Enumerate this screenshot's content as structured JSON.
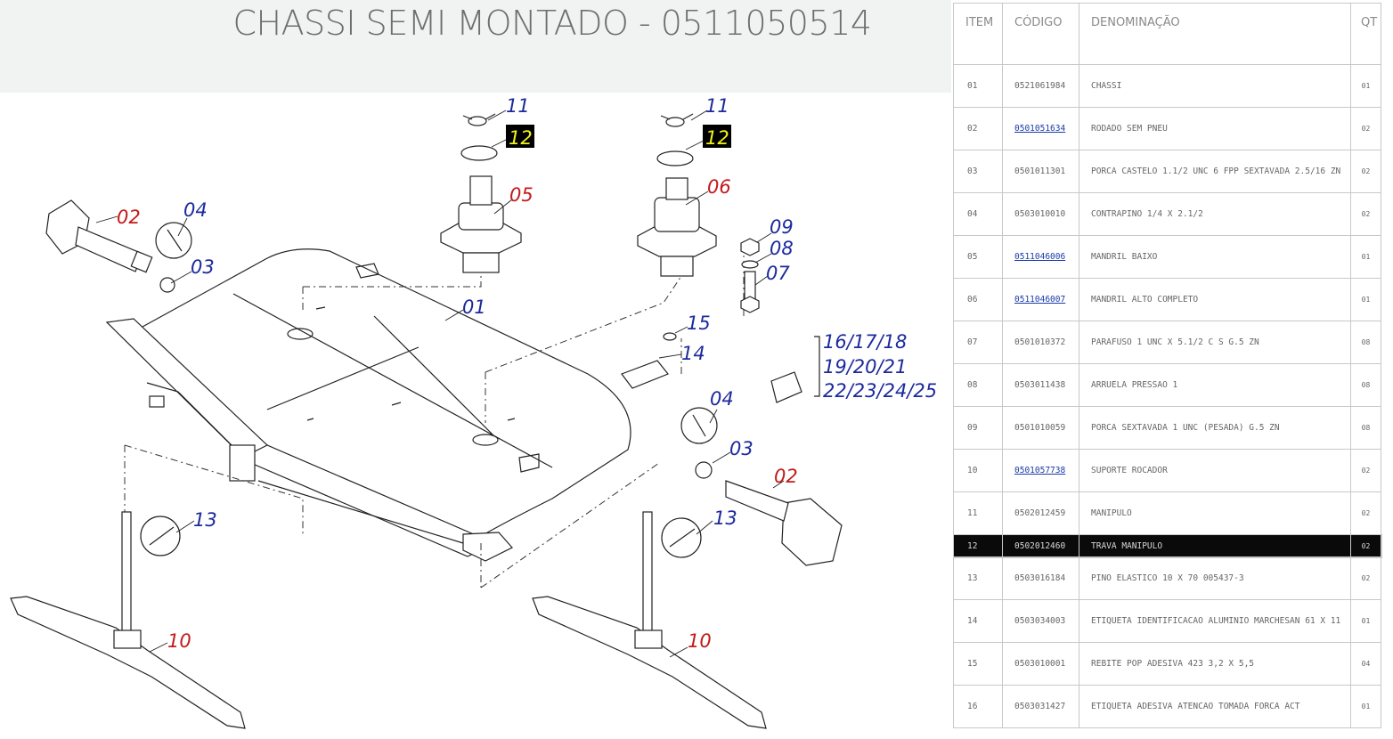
{
  "title": "CHASSI SEMI MONTADO - 0511050514",
  "table": {
    "headers": {
      "item": "ITEM",
      "codigo": "CÓDIGO",
      "denominacao": "DENOMINAÇÃO",
      "qt": "QT"
    },
    "rows": [
      {
        "item": "01",
        "codigo": "0521061984",
        "link": false,
        "denominacao": "CHASSI",
        "qt": "01"
      },
      {
        "item": "02",
        "codigo": "0501051634",
        "link": true,
        "denominacao": "RODADO SEM PNEU",
        "qt": "02"
      },
      {
        "item": "03",
        "codigo": "0501011301",
        "link": false,
        "denominacao": "PORCA CASTELO 1.1/2 UNC 6 FPP SEXTAVADA 2.5/16 ZN",
        "qt": "02"
      },
      {
        "item": "04",
        "codigo": "0503010010",
        "link": false,
        "denominacao": "CONTRAPINO 1/4 X 2.1/2",
        "qt": "02"
      },
      {
        "item": "05",
        "codigo": "0511046006",
        "link": true,
        "denominacao": "MANDRIL BAIXO",
        "qt": "01"
      },
      {
        "item": "06",
        "codigo": "0511046007",
        "link": true,
        "denominacao": "MANDRIL ALTO COMPLETO",
        "qt": "01"
      },
      {
        "item": "07",
        "codigo": "0501010372",
        "link": false,
        "denominacao": "PARAFUSO 1 UNC X 5.1/2 C S G.5 ZN",
        "qt": "08"
      },
      {
        "item": "08",
        "codigo": "0503011438",
        "link": false,
        "denominacao": "ARRUELA PRESSAO 1",
        "qt": "08"
      },
      {
        "item": "09",
        "codigo": "0501010059",
        "link": false,
        "denominacao": "PORCA SEXTAVADA 1 UNC (PESADA) G.5 ZN",
        "qt": "08"
      },
      {
        "item": "10",
        "codigo": "0501057738",
        "link": true,
        "denominacao": "SUPORTE ROCADOR",
        "qt": "02"
      },
      {
        "item": "11",
        "codigo": "0502012459",
        "link": false,
        "denominacao": "MANIPULO",
        "qt": "02"
      },
      {
        "item": "12",
        "codigo": "0502012460",
        "link": false,
        "denominacao": "TRAVA MANIPULO",
        "qt": "02",
        "selected": true
      },
      {
        "item": "13",
        "codigo": "0503016184",
        "link": false,
        "denominacao": "PINO ELASTICO 10 X 70 005437-3",
        "qt": "02"
      },
      {
        "item": "14",
        "codigo": "0503034003",
        "link": false,
        "denominacao": "ETIQUETA IDENTIFICACAO ALUMINIO MARCHESAN 61 X 11",
        "qt": "01"
      },
      {
        "item": "15",
        "codigo": "0503010001",
        "link": false,
        "denominacao": "REBITE POP ADESIVA 423 3,2 X 5,5",
        "qt": "04"
      },
      {
        "item": "16",
        "codigo": "0503031427",
        "link": false,
        "denominacao": "ETIQUETA ADESIVA ATENCAO TOMADA FORCA ACT",
        "qt": "01"
      }
    ]
  },
  "diagram": {
    "callouts": [
      {
        "text": "11",
        "color": "blue"
      },
      {
        "text": "12",
        "color": "yellow"
      },
      {
        "text": "05",
        "color": "red"
      },
      {
        "text": "11",
        "color": "blue"
      },
      {
        "text": "12",
        "color": "yellow"
      },
      {
        "text": "06",
        "color": "red"
      },
      {
        "text": "02",
        "color": "red"
      },
      {
        "text": "04",
        "color": "blue"
      },
      {
        "text": "03",
        "color": "blue"
      },
      {
        "text": "09",
        "color": "blue"
      },
      {
        "text": "08",
        "color": "blue"
      },
      {
        "text": "07",
        "color": "blue"
      },
      {
        "text": "01",
        "color": "blue"
      },
      {
        "text": "15",
        "color": "blue"
      },
      {
        "text": "14",
        "color": "blue"
      },
      {
        "text": "16/17/18",
        "color": "blue"
      },
      {
        "text": "19/20/21",
        "color": "blue"
      },
      {
        "text": "22/23/24/25",
        "color": "blue"
      },
      {
        "text": "04",
        "color": "blue"
      },
      {
        "text": "03",
        "color": "blue"
      },
      {
        "text": "02",
        "color": "red"
      },
      {
        "text": "13",
        "color": "blue"
      },
      {
        "text": "13",
        "color": "blue"
      },
      {
        "text": "10",
        "color": "red"
      },
      {
        "text": "10",
        "color": "red"
      }
    ]
  },
  "colors": {
    "blue_label": "#1c2a9c",
    "red_label": "#c41a1a",
    "highlight": "#f2f21a",
    "selected_row": "#0a0a0a",
    "link": "#1a3aa8"
  }
}
